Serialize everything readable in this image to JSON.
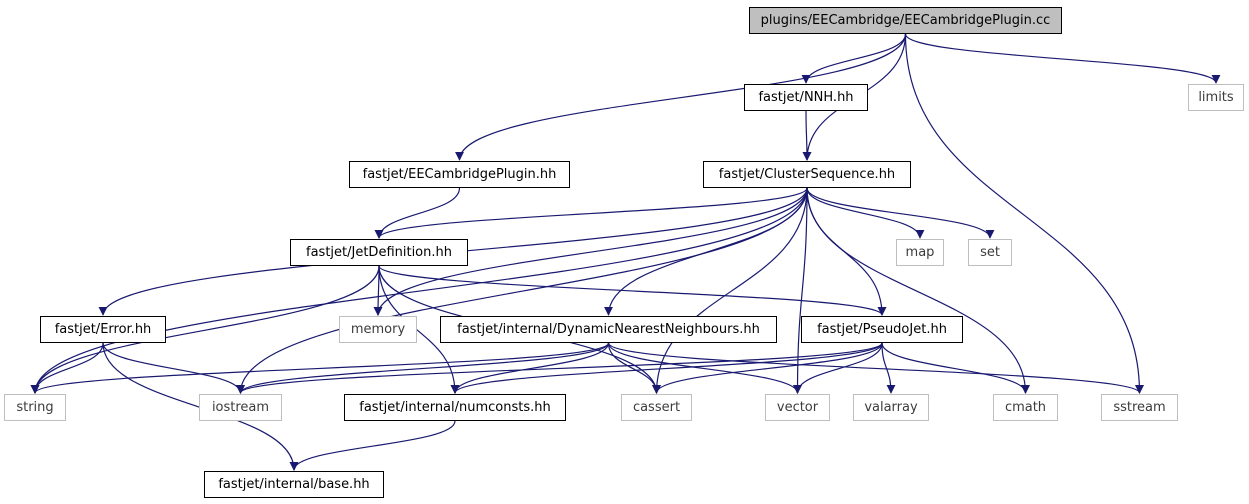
{
  "graph": {
    "edge_color": "#191970",
    "root_fill": "#bfbfbf",
    "system_border": "#bfbfbf",
    "nodes": {
      "root": "plugins/EECambridge/EECambridgePlugin.cc",
      "nnh": "fastjet/NNH.hh",
      "limits": "limits",
      "eecambridgeplugin": "fastjet/EECambridgePlugin.hh",
      "clustersequence": "fastjet/ClusterSequence.hh",
      "jetdefinition": "fastjet/JetDefinition.hh",
      "map": "map",
      "set": "set",
      "error": "fastjet/Error.hh",
      "memory": "memory",
      "dnn": "fastjet/internal/DynamicNearestNeighbours.hh",
      "pseudojet": "fastjet/PseudoJet.hh",
      "string": "string",
      "iostream": "iostream",
      "numconsts": "fastjet/internal/numconsts.hh",
      "cassert": "cassert",
      "vector": "vector",
      "valarray": "valarray",
      "cmath": "cmath",
      "sstream": "sstream",
      "base": "fastjet/internal/base.hh"
    },
    "edges": [
      [
        "root",
        "nnh"
      ],
      [
        "root",
        "limits"
      ],
      [
        "root",
        "eecambridgeplugin"
      ],
      [
        "root",
        "clustersequence"
      ],
      [
        "root",
        "sstream"
      ],
      [
        "nnh",
        "clustersequence"
      ],
      [
        "eecambridgeplugin",
        "jetdefinition"
      ],
      [
        "clustersequence",
        "jetdefinition"
      ],
      [
        "clustersequence",
        "map"
      ],
      [
        "clustersequence",
        "set"
      ],
      [
        "clustersequence",
        "error"
      ],
      [
        "clustersequence",
        "memory"
      ],
      [
        "clustersequence",
        "dnn"
      ],
      [
        "clustersequence",
        "pseudojet"
      ],
      [
        "clustersequence",
        "string"
      ],
      [
        "clustersequence",
        "iostream"
      ],
      [
        "clustersequence",
        "cassert"
      ],
      [
        "clustersequence",
        "vector"
      ],
      [
        "clustersequence",
        "cmath"
      ],
      [
        "jetdefinition",
        "pseudojet"
      ],
      [
        "jetdefinition",
        "memory"
      ],
      [
        "jetdefinition",
        "string"
      ],
      [
        "jetdefinition",
        "numconsts"
      ],
      [
        "jetdefinition",
        "cassert"
      ],
      [
        "error",
        "string"
      ],
      [
        "error",
        "iostream"
      ],
      [
        "error",
        "base"
      ],
      [
        "dnn",
        "string"
      ],
      [
        "dnn",
        "iostream"
      ],
      [
        "dnn",
        "numconsts"
      ],
      [
        "dnn",
        "cassert"
      ],
      [
        "dnn",
        "vector"
      ],
      [
        "dnn",
        "sstream"
      ],
      [
        "pseudojet",
        "iostream"
      ],
      [
        "pseudojet",
        "numconsts"
      ],
      [
        "pseudojet",
        "cassert"
      ],
      [
        "pseudojet",
        "vector"
      ],
      [
        "pseudojet",
        "valarray"
      ],
      [
        "pseudojet",
        "cmath"
      ],
      [
        "numconsts",
        "base"
      ]
    ]
  }
}
